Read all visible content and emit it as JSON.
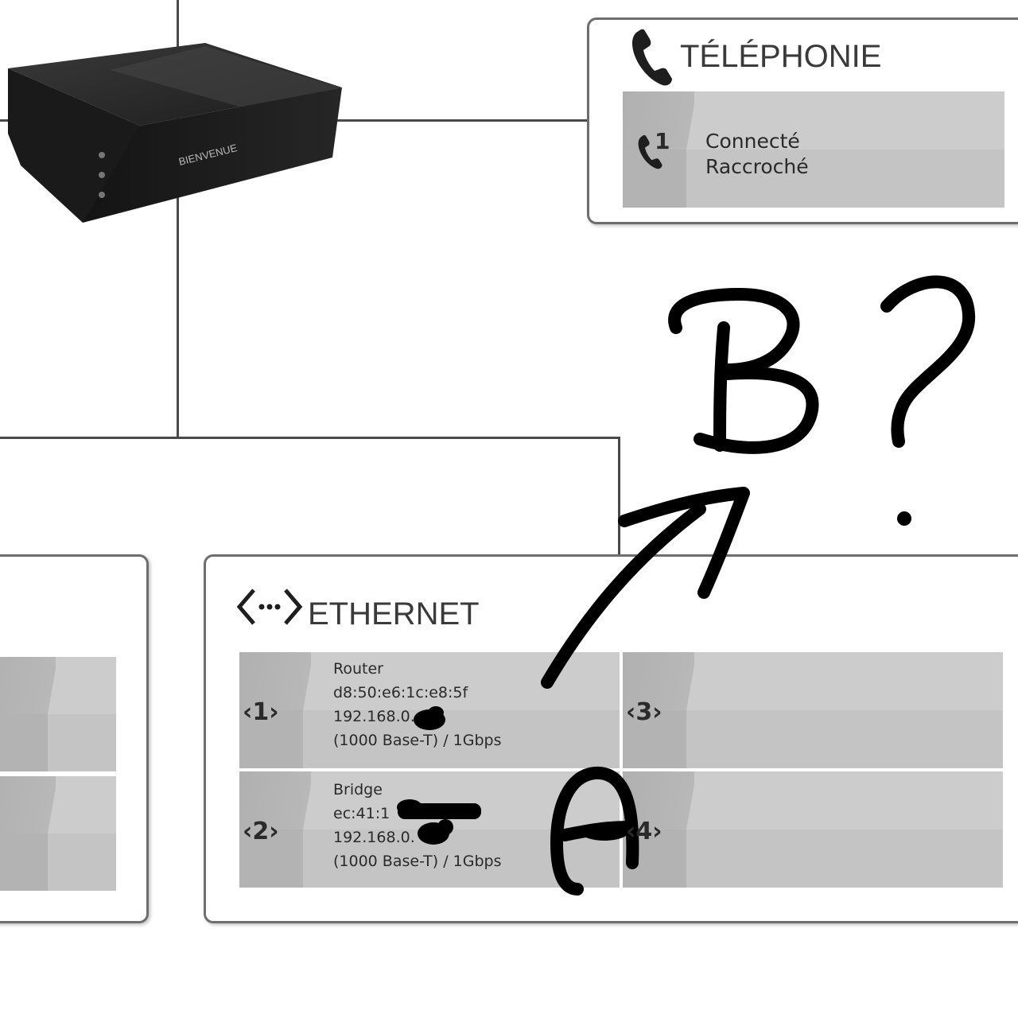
{
  "device": {
    "label": "BIENVENUE"
  },
  "telephony": {
    "title": "TÉLÉPHONIE",
    "line": {
      "number": "1",
      "status": "Connecté",
      "hook": "Raccroché"
    }
  },
  "ethernet": {
    "title": "ETHERNET",
    "ports": [
      {
        "id": "1",
        "name": "Router",
        "mac": "d8:50:e6:1c:e8:5f",
        "ip": "192.168.0.",
        "speed": "(1000 Base-T) / 1Gbps"
      },
      {
        "id": "2",
        "name": "Bridge",
        "mac": "ec:41:1",
        "ip": "192.168.0.",
        "speed": "(1000 Base-T) / 1Gbps"
      },
      {
        "id": "3",
        "name": "",
        "mac": "",
        "ip": "",
        "speed": ""
      },
      {
        "id": "4",
        "name": "",
        "mac": "",
        "ip": "",
        "speed": ""
      }
    ]
  },
  "annotations": {
    "label_a": "A",
    "label_b": "B?"
  }
}
